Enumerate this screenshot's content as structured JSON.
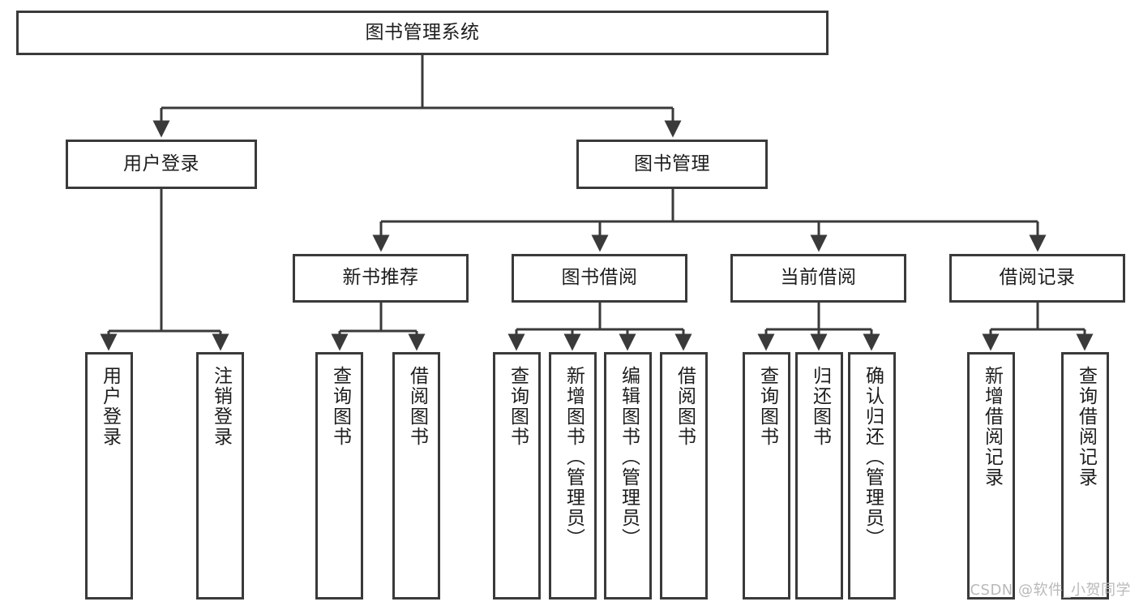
{
  "diagram": {
    "title": "图书管理系统",
    "type": "hierarchy-tree",
    "watermark": "CSDN @软件_小贺同学",
    "colors": {
      "box_border": "#3a3a3a",
      "box_fill": "#ffffff",
      "edge": "#3a3a3a",
      "text": "#1d1d1d",
      "watermark": "#b9b9b9",
      "background": "#ffffff"
    }
  },
  "nodes": {
    "root": {
      "label": "图书管理系统"
    },
    "level2": [
      {
        "label": "用户登录"
      },
      {
        "label": "图书管理"
      }
    ],
    "level3": [
      {
        "label": "新书推荐"
      },
      {
        "label": "图书借阅"
      },
      {
        "label": "当前借阅"
      },
      {
        "label": "借阅记录"
      }
    ],
    "leaves": {
      "user_login": [
        {
          "label": "用户登录"
        },
        {
          "label": "注销登录"
        }
      ],
      "new_book_recommend": [
        {
          "label": "查询图书"
        },
        {
          "label": "借阅图书"
        }
      ],
      "book_borrow": [
        {
          "label": "查询图书"
        },
        {
          "label": "新增图书（管理员）"
        },
        {
          "label": "编辑图书（管理员）"
        },
        {
          "label": "借阅图书"
        }
      ],
      "current_borrow": [
        {
          "label": "查询图书"
        },
        {
          "label": "归还图书"
        },
        {
          "label": "确认归还（管理员）"
        }
      ],
      "borrow_record": [
        {
          "label": "新增借阅记录"
        },
        {
          "label": "查询借阅记录"
        }
      ]
    }
  },
  "tree_structure": {
    "图书管理系统": {
      "用户登录": [
        "用户登录",
        "注销登录"
      ],
      "图书管理": {
        "新书推荐": [
          "查询图书",
          "借阅图书"
        ],
        "图书借阅": [
          "查询图书",
          "新增图书（管理员）",
          "编辑图书（管理员）",
          "借阅图书"
        ],
        "当前借阅": [
          "查询图书",
          "归还图书",
          "确认归还（管理员）"
        ],
        "借阅记录": [
          "新增借阅记录",
          "查询借阅记录"
        ]
      }
    }
  }
}
